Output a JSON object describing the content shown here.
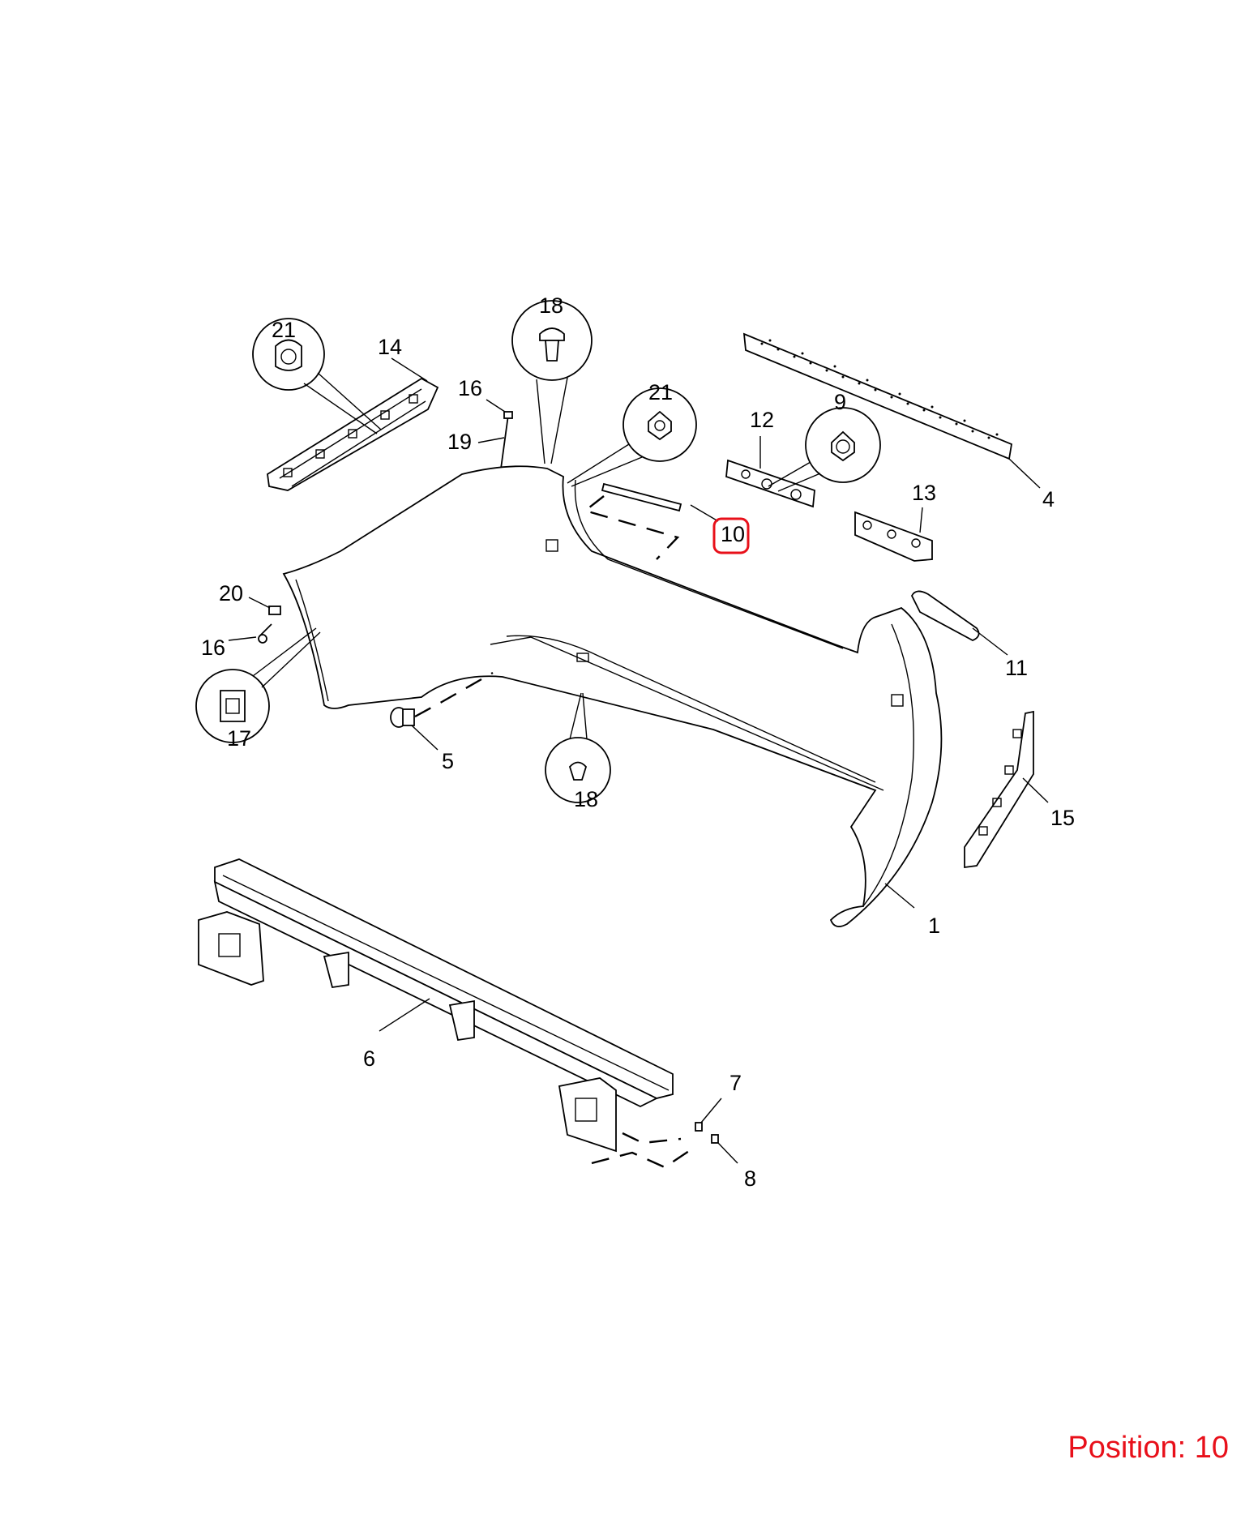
{
  "position": {
    "text": "Position: 10",
    "color": "#e8101a"
  },
  "parts": [
    {
      "id": "p1",
      "label": "1"
    },
    {
      "id": "p4",
      "label": "4"
    },
    {
      "id": "p5",
      "label": "5"
    },
    {
      "id": "p6",
      "label": "6"
    },
    {
      "id": "p7",
      "label": "7"
    },
    {
      "id": "p8",
      "label": "8"
    },
    {
      "id": "p9",
      "label": "9"
    },
    {
      "id": "p10",
      "label": "10",
      "highlighted": true
    },
    {
      "id": "p11",
      "label": "11"
    },
    {
      "id": "p12",
      "label": "12"
    },
    {
      "id": "p13",
      "label": "13"
    },
    {
      "id": "p14",
      "label": "14"
    },
    {
      "id": "p15",
      "label": "15"
    },
    {
      "id": "p16a",
      "label": "16"
    },
    {
      "id": "p16b",
      "label": "16"
    },
    {
      "id": "p17",
      "label": "17"
    },
    {
      "id": "p18a",
      "label": "18"
    },
    {
      "id": "p18b",
      "label": "18"
    },
    {
      "id": "p19",
      "label": "19"
    },
    {
      "id": "p20",
      "label": "20"
    },
    {
      "id": "p21a",
      "label": "21"
    },
    {
      "id": "p21b",
      "label": "21"
    }
  ]
}
